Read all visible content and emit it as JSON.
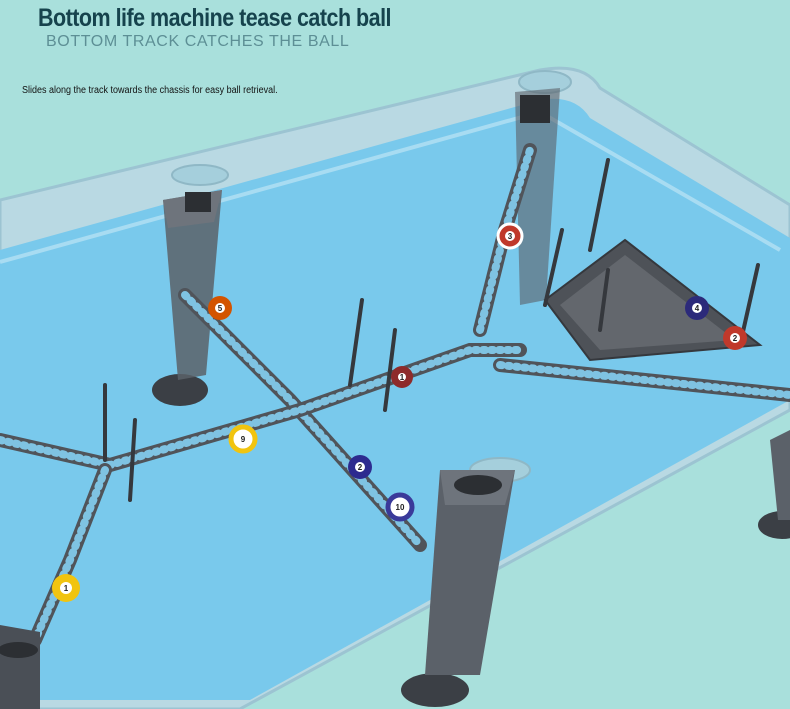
{
  "heading": {
    "title": "Bottom life machine tease catch ball",
    "subtitle": "BOTTOM TRACK CATCHES THE BALL",
    "description": "Slides along the track towards the chassis for easy ball retrieval."
  },
  "colors": {
    "background": "#a9e0dc",
    "table_frame": "#b9d9e3",
    "table_surface": "#79c9ec",
    "track": "#4c4f55",
    "leg": "#5b6169"
  },
  "balls": [
    {
      "number": "3",
      "color": "#c0392b"
    },
    {
      "number": "5",
      "color": "#d35400"
    },
    {
      "number": "4",
      "color": "#2c2a7a"
    },
    {
      "number": "2",
      "color": "#c0392b"
    },
    {
      "number": "1",
      "color": "#c0392b"
    },
    {
      "number": "9",
      "color": "#f1c40f"
    },
    {
      "number": "2",
      "color": "#2d2b8f"
    },
    {
      "number": "10",
      "color": "#3a3a9a"
    },
    {
      "number": "1",
      "color": "#f1c40f"
    }
  ]
}
